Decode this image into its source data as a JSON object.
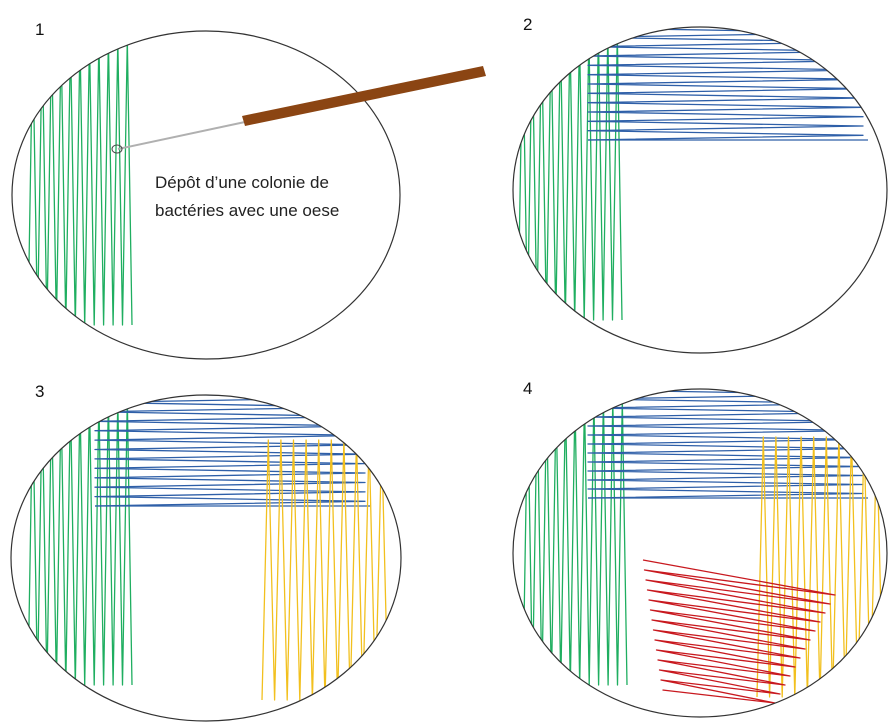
{
  "panels": [
    {
      "number": "1",
      "caption_lines": [
        "Dépôt d’une colonie de",
        "bactéries avec une oese"
      ]
    },
    {
      "number": "2"
    },
    {
      "number": "3"
    },
    {
      "number": "4"
    }
  ],
  "colors": {
    "dish_outline": "#333333",
    "streak_1": "#1fae60",
    "streak_2": "#2e5fa8",
    "streak_3": "#f2c01e",
    "streak_4": "#c8191f",
    "loop_handle": "#8b4513",
    "loop_wire": "#b0b0b0"
  }
}
